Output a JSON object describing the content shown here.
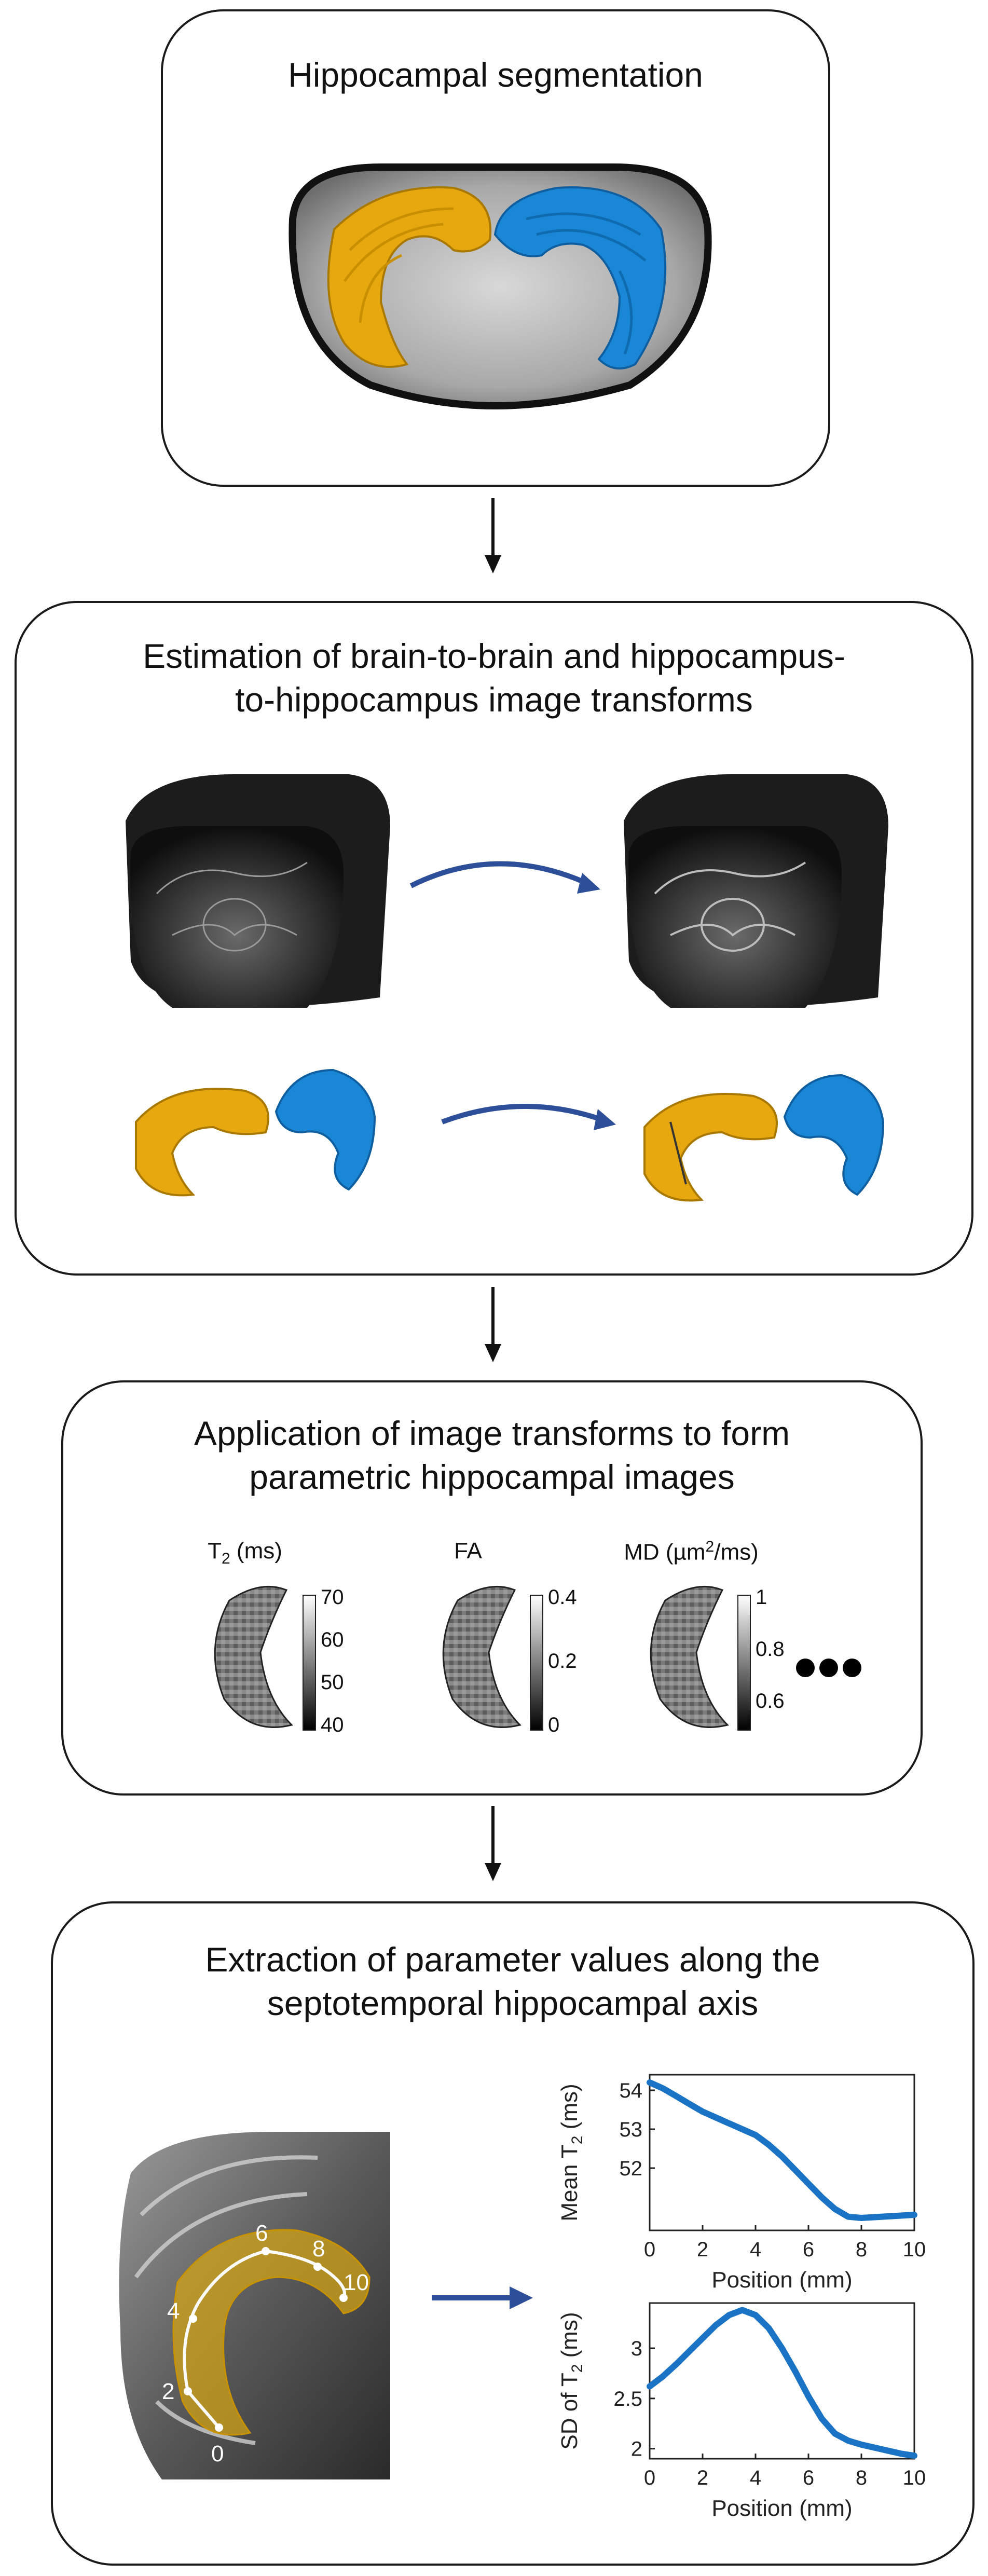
{
  "panel1": {
    "title": "Hippocampal segmentation"
  },
  "panel2": {
    "title_line1": "Estimation of brain-to-brain and hippocampus-",
    "title_line2": "to-hippocampus image transforms"
  },
  "panel3": {
    "title_line1": "Application of image transforms to form",
    "title_line2": "parametric hippocampal images",
    "maps": [
      {
        "label": "T",
        "sub": "2",
        "unit": " (ms)",
        "ticks": [
          "70",
          "60",
          "50",
          "40"
        ]
      },
      {
        "label": "FA",
        "sub": "",
        "unit": "",
        "ticks": [
          "0.4",
          "0.2",
          "0"
        ]
      },
      {
        "label": "MD (µm",
        "sup": "2",
        "unit": "/ms)",
        "ticks": [
          "1",
          "0.8",
          "0.6"
        ]
      }
    ]
  },
  "panel4": {
    "title_line1": "Extraction of parameter values along the",
    "title_line2": "septotemporal hippocampal axis",
    "axis_points": [
      "0",
      "2",
      "4",
      "6",
      "8",
      "10"
    ]
  },
  "colors": {
    "left_hippocampus": "#e6a80e",
    "right_hippocampus": "#1a86d6",
    "arrow_blue": "#2d4f9a",
    "curve_blue": "#1a73c4"
  },
  "chart_data": [
    {
      "type": "line",
      "xlabel": "Position (mm)",
      "ylabel": "Mean T2 (ms)",
      "xlim": [
        0,
        10
      ],
      "ylim": [
        50.4,
        54.4
      ],
      "xticks": [
        "0",
        "2",
        "4",
        "6",
        "8",
        "10"
      ],
      "yticks": [
        "52",
        "53",
        "54"
      ],
      "series": [
        {
          "x": [
            0,
            0.5,
            1,
            1.5,
            2,
            2.5,
            3,
            3.5,
            4,
            4.5,
            5,
            5.5,
            6,
            6.5,
            7,
            7.5,
            8,
            8.5,
            9,
            9.5,
            10
          ],
          "y": [
            54.2,
            54.05,
            53.85,
            53.65,
            53.45,
            53.3,
            53.15,
            53.0,
            52.85,
            52.6,
            52.3,
            51.95,
            51.6,
            51.25,
            50.95,
            50.75,
            50.72,
            50.74,
            50.76,
            50.78,
            50.8
          ]
        }
      ]
    },
    {
      "type": "line",
      "xlabel": "Position (mm)",
      "ylabel": "SD of T2 (ms)",
      "xlim": [
        0,
        10
      ],
      "ylim": [
        1.9,
        3.45
      ],
      "xticks": [
        "0",
        "2",
        "4",
        "6",
        "8",
        "10"
      ],
      "yticks": [
        "2",
        "2.5",
        "3"
      ],
      "series": [
        {
          "x": [
            0,
            0.5,
            1,
            1.5,
            2,
            2.5,
            3,
            3.5,
            4,
            4.5,
            5,
            5.5,
            6,
            6.5,
            7,
            7.5,
            8,
            8.5,
            9,
            9.5,
            10
          ],
          "y": [
            2.62,
            2.72,
            2.84,
            2.97,
            3.1,
            3.23,
            3.33,
            3.38,
            3.33,
            3.2,
            3.0,
            2.77,
            2.52,
            2.3,
            2.15,
            2.08,
            2.04,
            2.01,
            1.98,
            1.95,
            1.93
          ]
        }
      ]
    }
  ]
}
